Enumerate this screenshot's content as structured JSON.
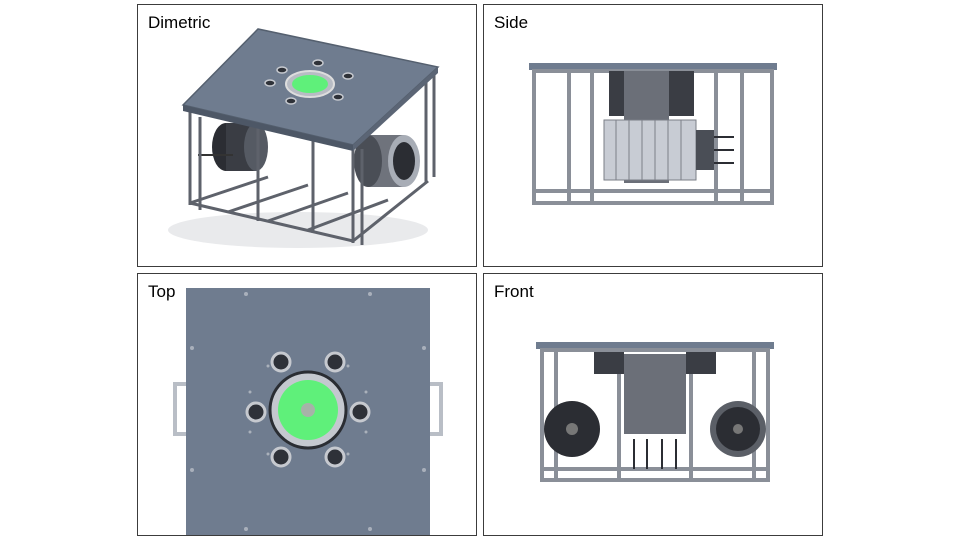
{
  "views": {
    "dimetric": {
      "label": "Dimetric"
    },
    "side": {
      "label": "Side"
    },
    "top": {
      "label": "Top"
    },
    "front": {
      "label": "Front"
    }
  },
  "colors": {
    "plate": "#6f7c8f",
    "frame": "#8c9099",
    "frame_dark": "#4a4e56",
    "port_green": "#5ff07a",
    "thruster_dark": "#2b2d33",
    "thruster_light": "#c8ccd4"
  }
}
